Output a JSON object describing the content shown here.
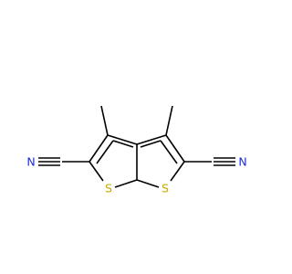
{
  "molecule": {
    "atom_labels": {
      "sulfur_left": "S",
      "sulfur_right": "S",
      "nitrogen_left": "N",
      "nitrogen_right": "N"
    },
    "colors": {
      "bond": "#000000",
      "sulfur": "#C8A800",
      "nitrogen": "#1F2BD6",
      "background": "#ffffff"
    }
  }
}
